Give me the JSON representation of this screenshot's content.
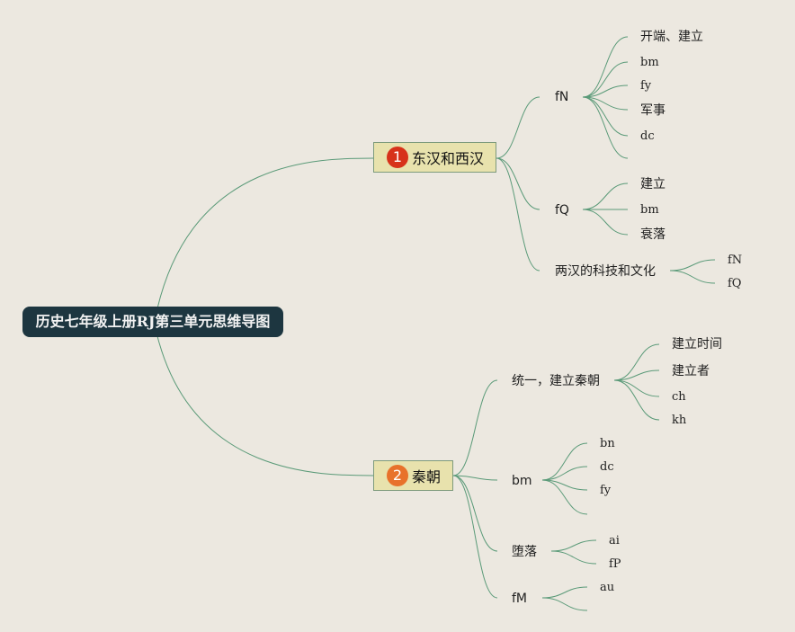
{
  "title": "历史七年级上册RJ第三单元思维导图",
  "colors": {
    "background": "#ece8e0",
    "root_fill": "#1d3640",
    "branch_fill": "#e8e2ad",
    "line": "#5a9a78",
    "badge_1": "#d7321a",
    "badge_2": "#e8722b"
  },
  "branches": [
    {
      "num": "1",
      "label": "东汉和西汉",
      "children": [
        {
          "label": "fN",
          "children": [
            "开端、建立",
            "bm",
            "fy",
            "军事",
            "dc",
            ""
          ]
        },
        {
          "label": "fQ",
          "children": [
            "建立",
            "bm",
            "衰落"
          ]
        },
        {
          "label": "两汉的科技和文化",
          "children": [
            "fN",
            "fQ"
          ]
        }
      ]
    },
    {
      "num": "2",
      "label": "秦朝",
      "children": [
        {
          "label": "统一，建立秦朝",
          "children": [
            "建立时间",
            "建立者",
            "ch",
            "kh"
          ]
        },
        {
          "label": "bm",
          "children": [
            "bn",
            "dc",
            "fy",
            ""
          ]
        },
        {
          "label": "堕落",
          "children": [
            "ai",
            "fP"
          ]
        },
        {
          "label": "fM",
          "children": [
            "au",
            ""
          ]
        }
      ]
    }
  ]
}
